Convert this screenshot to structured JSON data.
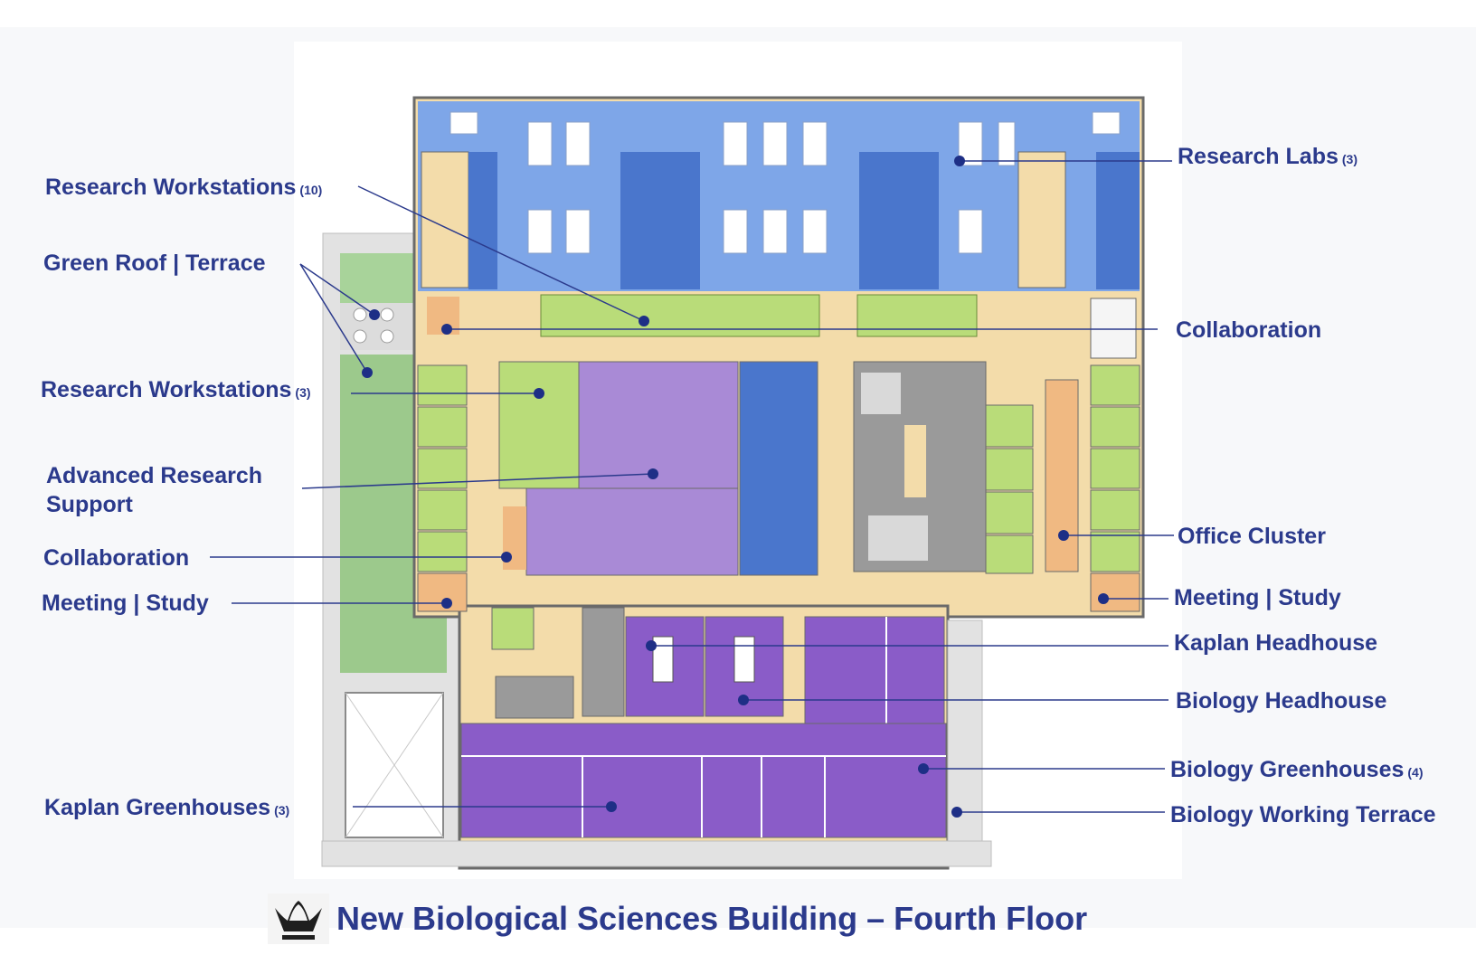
{
  "title": "New Biological Sciences Building – Fourth Floor",
  "logo": "crown-logo",
  "colors": {
    "label": "#2b3a8c",
    "leader": "#2b3a8c",
    "dot": "#1e2f86",
    "research_lab_blue": "#7ea6e8",
    "dark_blue": "#4a76cc",
    "corridor_tan": "#f3dcaa",
    "workstation_green": "#b9dc79",
    "purple": "#8a5cc8",
    "lavender": "#a98ad6",
    "green_roof": "#9cc98c",
    "grey": "#9a9a9a"
  },
  "left_labels": [
    {
      "id": "research-workstations-10",
      "text": "Research Workstations",
      "count": "(10)"
    },
    {
      "id": "green-roof-terrace",
      "text": "Green Roof | Terrace",
      "count": ""
    },
    {
      "id": "research-workstations-3",
      "text": "Research Workstations",
      "count": "(3)"
    },
    {
      "id": "advanced-research-support",
      "text": "Advanced Research",
      "text2": "Support",
      "count": ""
    },
    {
      "id": "collaboration-left",
      "text": "Collaboration",
      "count": ""
    },
    {
      "id": "meeting-study-left",
      "text": "Meeting | Study",
      "count": ""
    },
    {
      "id": "kaplan-greenhouses",
      "text": "Kaplan Greenhouses",
      "count": "(3)"
    }
  ],
  "right_labels": [
    {
      "id": "research-labs",
      "text": "Research Labs",
      "count": "(3)"
    },
    {
      "id": "collaboration-right",
      "text": "Collaboration",
      "count": ""
    },
    {
      "id": "office-cluster",
      "text": "Office Cluster",
      "count": ""
    },
    {
      "id": "meeting-study-right",
      "text": "Meeting | Study",
      "count": ""
    },
    {
      "id": "kaplan-headhouse",
      "text": "Kaplan Headhouse",
      "count": ""
    },
    {
      "id": "biology-headhouse",
      "text": "Biology Headhouse",
      "count": ""
    },
    {
      "id": "biology-greenhouses",
      "text": "Biology Greenhouses",
      "count": "(4)"
    },
    {
      "id": "biology-working-terrace",
      "text": "Biology Working Terrace",
      "count": ""
    }
  ]
}
